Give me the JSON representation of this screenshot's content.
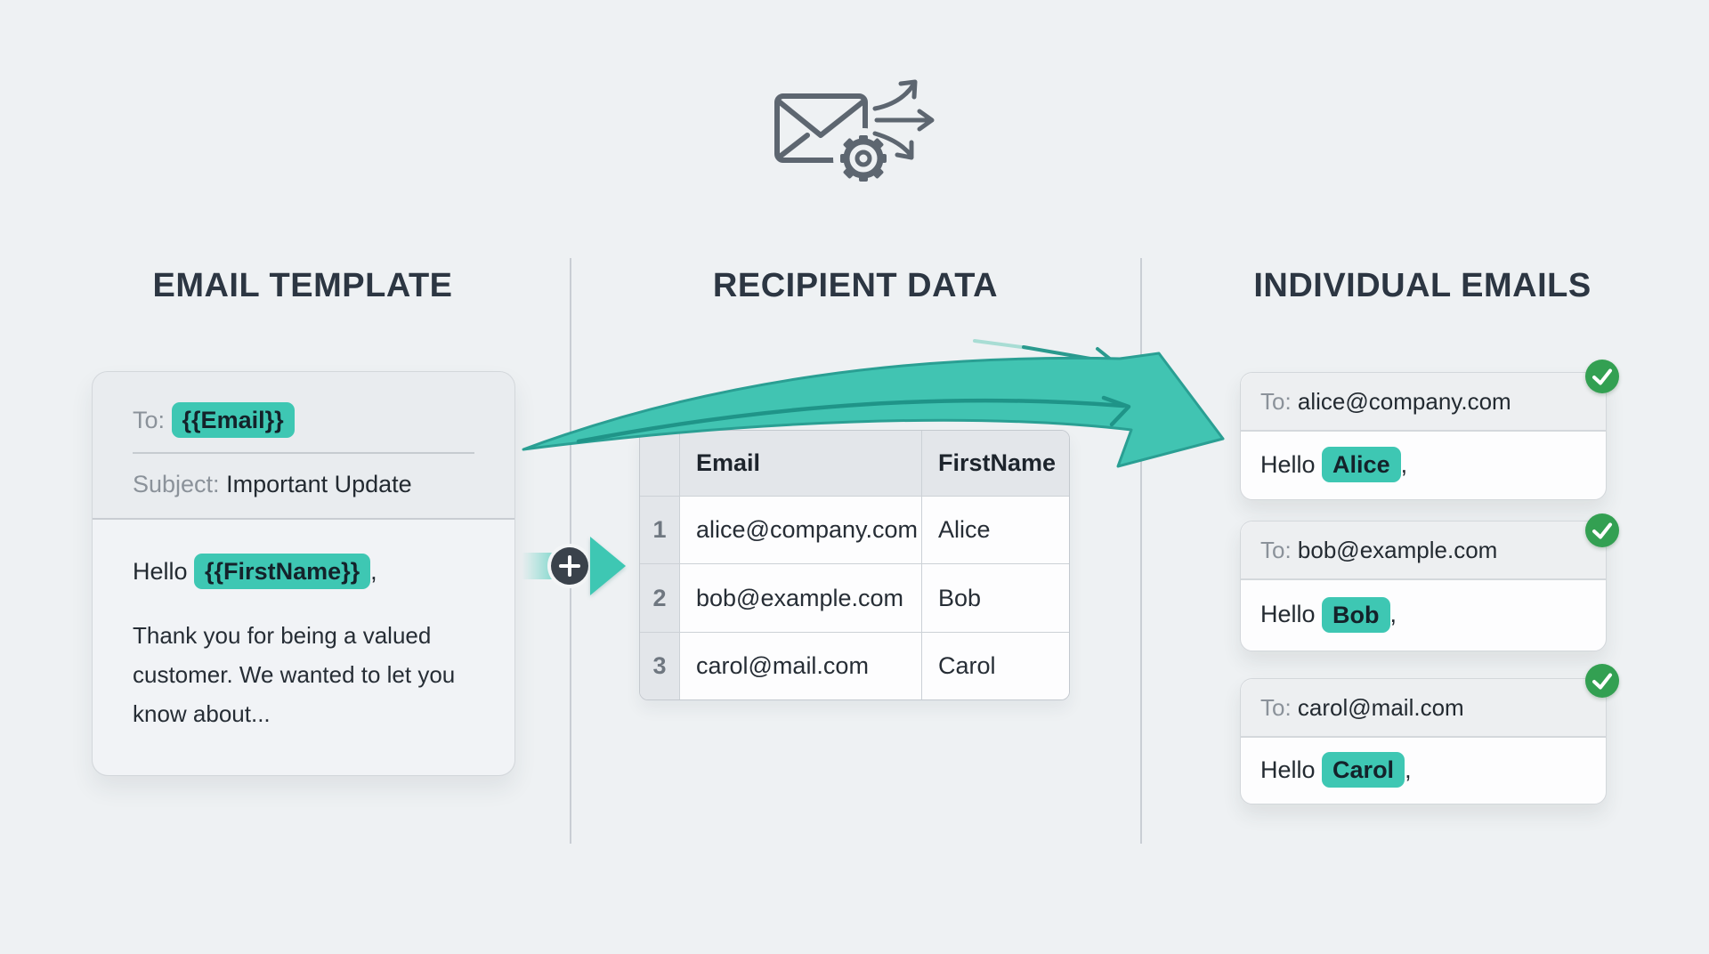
{
  "sections": {
    "template": {
      "title": "EMAIL TEMPLATE",
      "card": {
        "to_label": "To:",
        "to_value": "{{Email}}",
        "subject_label": "Subject:",
        "subject_value": "Important Update",
        "greeting_prefix": "Hello",
        "greeting_var": "{{FirstName}}",
        "greeting_suffix": ",",
        "body_text": "Thank you for being a valued customer. We wanted to let you know about..."
      }
    },
    "recipients": {
      "title": "RECIPIENT DATA",
      "table": {
        "headers": [
          "Email",
          "FirstName"
        ],
        "rows": [
          {
            "num": "1",
            "email": "alice@company.com",
            "firstname": "Alice"
          },
          {
            "num": "2",
            "email": "bob@example.com",
            "firstname": "Bob"
          },
          {
            "num": "3",
            "email": "carol@mail.com",
            "firstname": "Carol"
          }
        ]
      }
    },
    "individual": {
      "title": "INDIVIDUAL EMAILS",
      "emails": [
        {
          "to_label": "To:",
          "address": "alice@company.com",
          "greeting_prefix": "Hello",
          "name": "Alice",
          "greeting_suffix": ","
        },
        {
          "to_label": "To:",
          "address": "bob@example.com",
          "greeting_prefix": "Hello",
          "name": "Bob",
          "greeting_suffix": ","
        },
        {
          "to_label": "To:",
          "address": "carol@mail.com",
          "greeting_prefix": "Hello",
          "name": "Carol",
          "greeting_suffix": ","
        }
      ]
    }
  },
  "icons": {
    "header": "envelope-gear-send-icon",
    "plus": "plus-icon",
    "check": "checkmark-icon"
  },
  "colors": {
    "background": "#eef1f3",
    "accent_teal": "#3ec7b3",
    "arrow_teal_fill": "#41c4b2",
    "arrow_teal_edge": "#2a9f93",
    "success_green": "#33a052",
    "plus_circle_dark": "#3a424b",
    "title_dark": "#2c3642",
    "label_gray": "#8b929a"
  }
}
